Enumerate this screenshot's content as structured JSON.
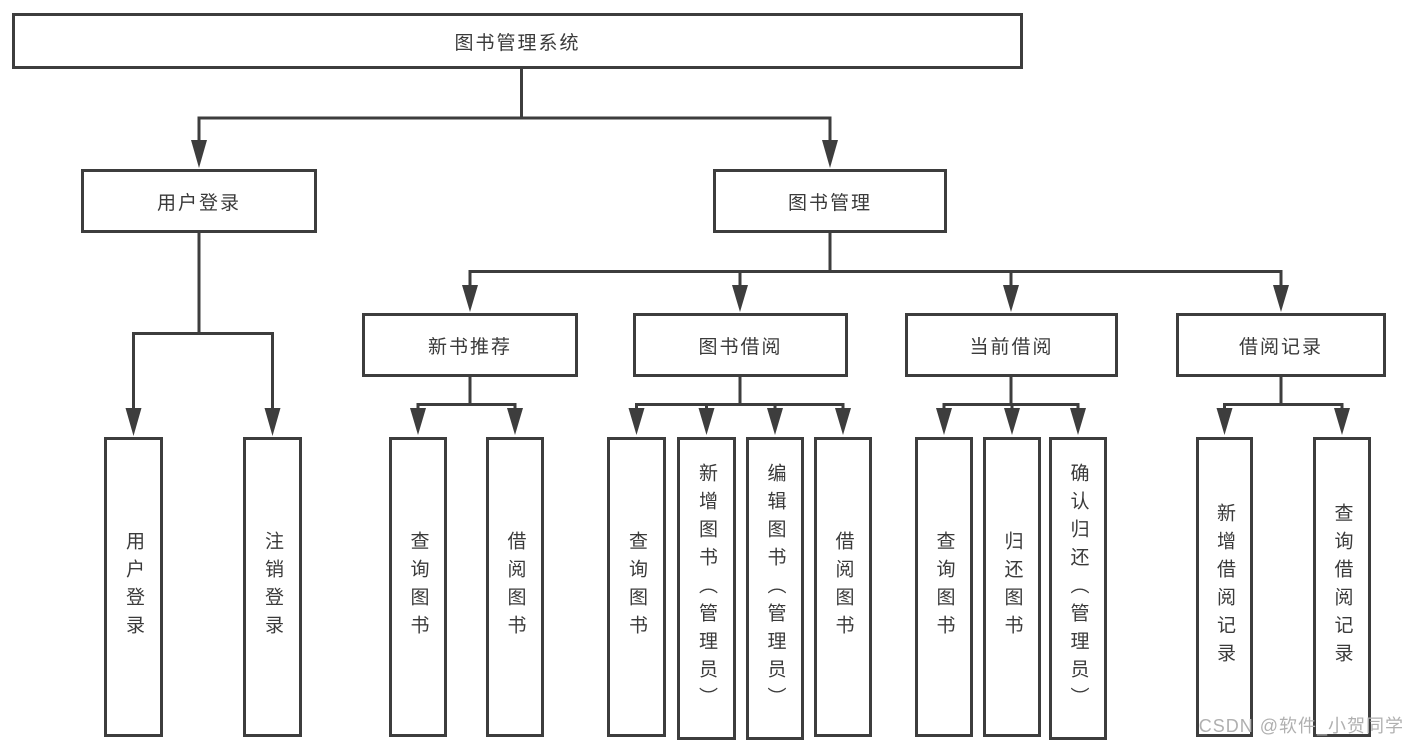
{
  "diagram": {
    "root": {
      "label": "图书管理系统"
    },
    "level2": [
      {
        "label": "用户登录"
      },
      {
        "label": "图书管理"
      }
    ],
    "level3": [
      {
        "label": "新书推荐"
      },
      {
        "label": "图书借阅"
      },
      {
        "label": "当前借阅"
      },
      {
        "label": "借阅记录"
      }
    ],
    "leaves": {
      "user": [
        "用户登录",
        "注销登录"
      ],
      "newbook": [
        "查询图书",
        "借阅图书"
      ],
      "borrow": [
        "查询图书",
        "新增图书（管理员）",
        "编辑图书（管理员）",
        "借阅图书"
      ],
      "current": [
        "查询图书",
        "归还图书",
        "确认归还（管理员）"
      ],
      "records": [
        "新增借阅记录",
        "查询借阅记录"
      ]
    },
    "watermark": "CSDN @软件_小贺同学",
    "colors": {
      "line": "#3d3d3d",
      "text": "#3a3a3a",
      "box_background": "#ffffff",
      "watermark": "#b0b0b0"
    }
  }
}
